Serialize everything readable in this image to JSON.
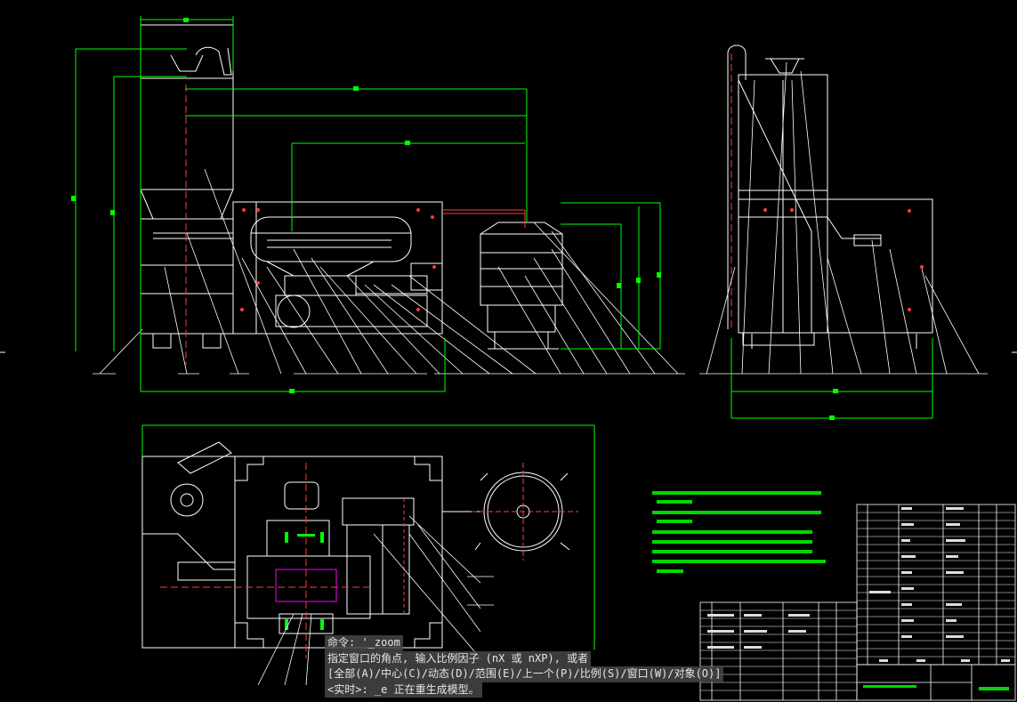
{
  "command": {
    "line1": "命令: '_zoom",
    "line2": "指定窗口的角点, 输入比例因子 (nX 或 nXP), 或者",
    "line3": "[全部(A)/中心(C)/动态(D)/范围(E)/上一个(P)/比例(S)/窗口(W)/对象(O)]",
    "line4": "<实时>: _e 正在重生成模型。"
  },
  "colors": {
    "background": "#000000",
    "line": "#ffffff",
    "dimension": "#00ff00",
    "center": "#ff3b3b",
    "hidden": "#ff00ff",
    "note": "#00e000"
  },
  "icons": {
    "drawing": "cad-drawing-canvas"
  }
}
